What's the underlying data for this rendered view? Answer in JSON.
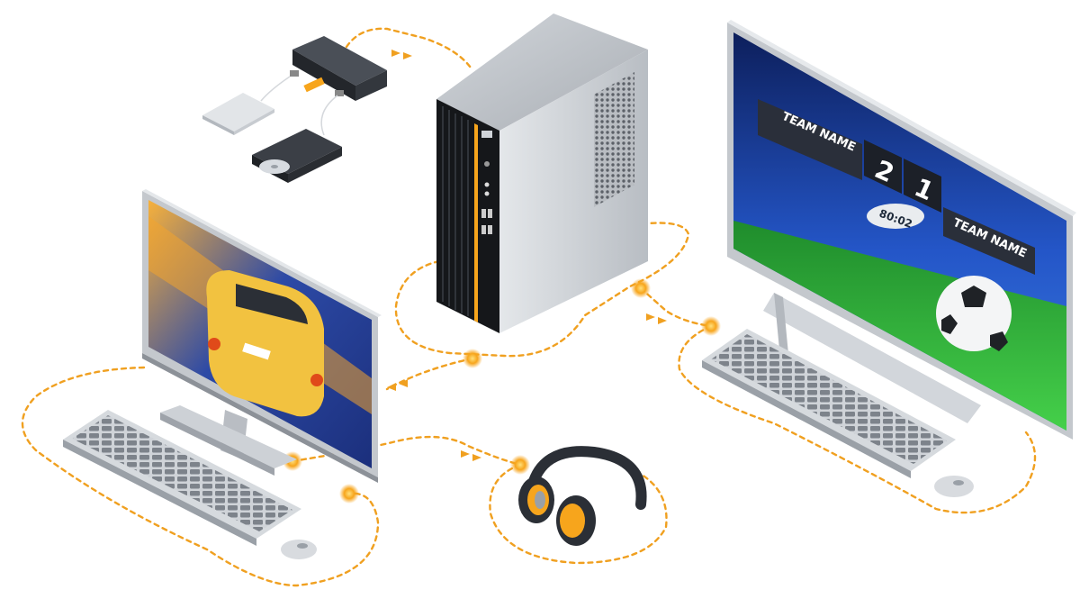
{
  "scoreboard": {
    "home_team": "TEAM NAME",
    "away_team": "TEAM NAME",
    "home_score": "2",
    "away_score": "1",
    "clock": "80:02"
  },
  "colors": {
    "connection": "#f0a020",
    "accent_orange": "#f7a51c",
    "device_dark": "#2b2f36",
    "device_silver": "#c9cdd2",
    "field_green": "#2fb43a",
    "stadium_blue": "#1b3f9c"
  },
  "icons": [
    "usb-hub-icon",
    "external-drive-icon",
    "optical-drive-icon",
    "desktop-tower-icon",
    "monitor-icon",
    "keyboard-icon",
    "mouse-icon",
    "headphones-icon"
  ]
}
